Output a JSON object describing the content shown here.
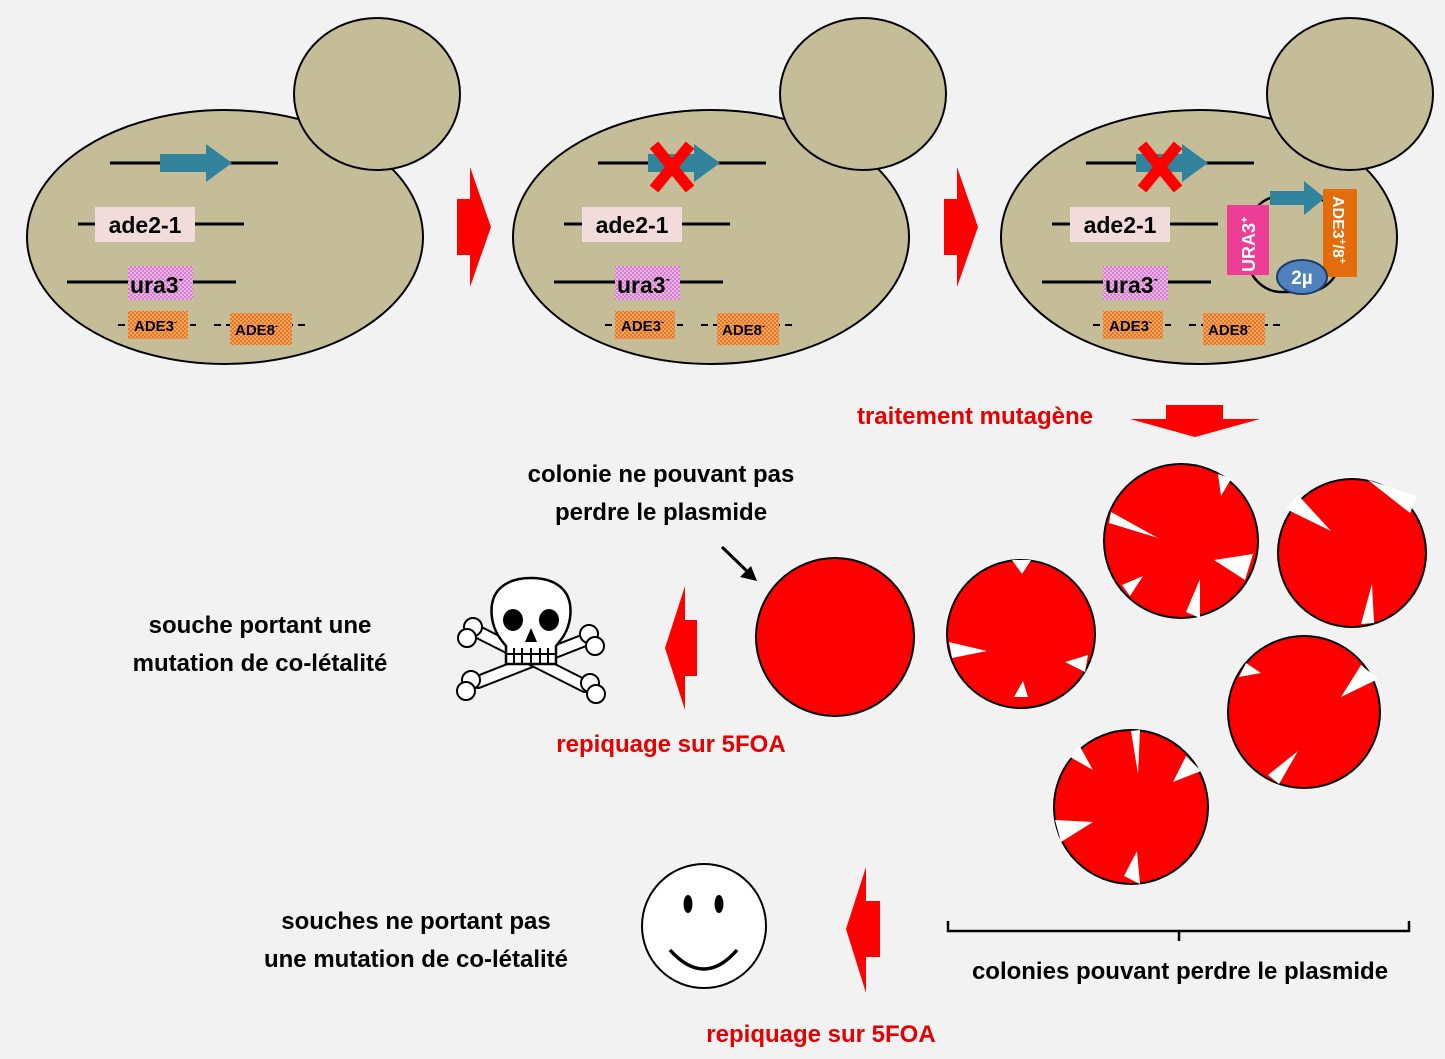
{
  "cells": [
    {
      "name": "cell-1",
      "genes": {
        "ade2": "ade2-1",
        "ura3": "ura3",
        "ura3_sup": "-",
        "ade3": "ADE3",
        "ade3_sup": "-",
        "ade8": "ADE8",
        "ade8_sup": "-"
      },
      "crossed": false,
      "plasmid": null
    },
    {
      "name": "cell-2",
      "genes": {
        "ade2": "ade2-1",
        "ura3": "ura3",
        "ura3_sup": "-",
        "ade3": "ADE3",
        "ade3_sup": "-",
        "ade8": "ADE8",
        "ade8_sup": "-"
      },
      "crossed": true,
      "plasmid": null
    },
    {
      "name": "cell-3",
      "genes": {
        "ade2": "ade2-1",
        "ura3": "ura3",
        "ura3_sup": "-",
        "ade3": "ADE3",
        "ade3_sup": "-",
        "ade8": "ADE8",
        "ade8_sup": "-"
      },
      "crossed": true,
      "plasmid": {
        "ura3": "URA3",
        "ura3_sup": "+",
        "ori": "2µ",
        "ade": "ADE3",
        "ade_sup1": "+",
        "ade_sep": "/8",
        "ade_sup2": "+"
      }
    }
  ],
  "labels": {
    "mutagen": "traitement mutagène",
    "non_losing_line1": "colonie ne pouvant pas",
    "non_losing_line2": "perdre le plasmide",
    "lethal_line1": "souche portant une",
    "lethal_line2": "mutation de co-létalité",
    "replica1": "repiquage sur 5FOA",
    "nonlethal_line1": "souches ne portant pas",
    "nonlethal_line2": "une mutation de co-létalité",
    "losing": "colonies pouvant perdre le plasmide",
    "replica2": "repiquage sur 5FOA"
  },
  "colors": {
    "cell": "#c4bd97",
    "colony": "#ff0000",
    "arrow": "#ff0000",
    "red_text": "#e60000",
    "promoter": "#31849b",
    "ade2_box": "#f2dcdb",
    "ura3_box": "#e6b9e6",
    "ade_box": "#f79646",
    "plasmid_ura": "#ee3d96",
    "plasmid_ade": "#e46c0a",
    "ori": "#4f81bd"
  }
}
